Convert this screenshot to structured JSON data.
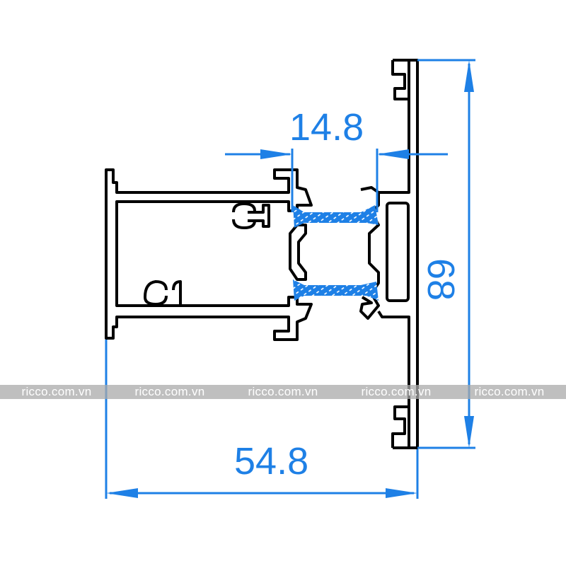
{
  "dimensions": {
    "width_total": "54.8",
    "height_total": "68",
    "thermal_break": "14.8"
  },
  "watermark": {
    "text": [
      "ricco.com.vn",
      "ricco.com.vn",
      "ricco.com.vn",
      "ricco.com.vn",
      "ricco.com.vn"
    ]
  },
  "colors": {
    "profile": "#000000",
    "dimension": "#1e80e6",
    "watermark": "#aaaaaa"
  }
}
